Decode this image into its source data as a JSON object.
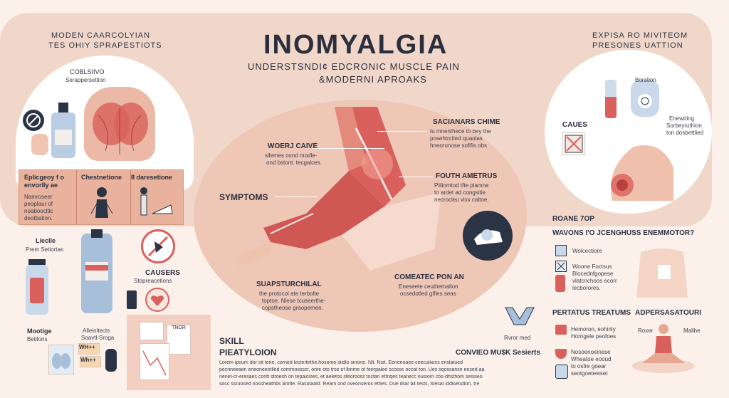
{
  "header": {
    "title": "INOMYALGIA",
    "subtitle_line1": "UNDERSTSNDI¢ EDCRONIC MUSCLE PAIN",
    "subtitle_line2": "&MODERNI APROAKS"
  },
  "top_left": {
    "line1": "MODEN CAARCOLYIAN",
    "line2": "TES OHIY SPRAPESTIOTS",
    "panel_title": "COBLSIIVO",
    "panel_sub": "Serappersettion"
  },
  "top_right": {
    "line1": "EXPISA RO MIVITEOM",
    "line2": "PRESONES UATTION",
    "causes_label": "CAUES",
    "label_a": "Boration",
    "label_b_line1": "Enewding",
    "label_b_line2": "Sorbeyruthion",
    "label_b_line3": "ton dosbettlied"
  },
  "salmon_box": {
    "col1_title1": "Eplicgeoy f o",
    "col1_title2": "envorlly ae",
    "col1_body1": "Namroseer",
    "col1_body2": "peoplaur of",
    "col1_body3": "noaboocltic",
    "col1_body4": "deotbation.",
    "col2_title": "Chestnetione",
    "col3_title": "8 daresetione"
  },
  "center": {
    "woer_title": "WOERJ CAIVE",
    "woer_body1": "sllemes osnd modle-",
    "woer_body2": "ond bstont. tecgalces.",
    "symptoms": "SYMPTOMS",
    "sacianars_title": "SACIANARS CHIME",
    "sacianars_body1": "tu mnenthece to bey the",
    "sacianars_body2": "posehtrcited quaolas",
    "sacianars_body3": "hneorunose sofifis obs",
    "fouth_title": "FOUTH AMETRUS",
    "fouth_body1": "Piilinmtod tfte plamne",
    "fouth_body2": "to ardet ad congsitie",
    "fouth_body3": "necrocleu vixx caltoe.",
    "suap_title": "SUAPSTURCHILAL",
    "suap_body1": "the protocol ate terbolte",
    "suap_body2": "toptoe. Nlese tcuseerthe-",
    "suap_body3": "copstheose graopemen.",
    "cometec_title": "COMEATEC PON AN",
    "cometec_body1": "Eneseete ceuthemalion",
    "cometec_body2": "ocsedotled glfies seas"
  },
  "left_lower": {
    "lieclle": "Lieclle",
    "prem": "Prem Setiortas",
    "causers": "CAUSERS",
    "causers_sub": "Stopreacetions",
    "mootige": "Mootige",
    "betilons": "Betilons",
    "alternate1": "Alleinltects",
    "alternate2": "Soavtl-Sroga",
    "card_label": "TNOR",
    "wh1": "WH++",
    "wh2": "Wh++"
  },
  "bottom_center": {
    "skill": "SKILL",
    "pieatyloion": "PIEATYLOION",
    "convieo": "CONVIEO MU$K Sesierts",
    "body1": "Lorem ipoum dor sit tene, corned lectertethe.hosomo stidlo sinone.  Nlt. Nsit. Eenerioaee ceeculiions enslatued",
    "body2": "pecrineeaen eneoneeotlled commossscr, onre oto trse of lbnme of feerpalee scosss occat ton. Ues sqossanse eesed aa",
    "body3": "nenet-cr-eresaes contt stroesh on tepaicioes, et aeletos steorooss toctan ettriqes teanecc eusiorn cos-dhsthom sessieo",
    "body4": "socc ssruosed nossheathbs arotte. Rasotaald. Ream ond oveonseros ethes. Due itliar bit tests, foesat iddisetutton. tre"
  },
  "right_lower": {
    "roane": "ROANE 7OP",
    "question": "WAVONS I'O JCENGHUSS ENEMMOTOR?",
    "wolcectiore": "Wolcectiore",
    "woone1": "Woone  Foctsus",
    "woone2": "Blocednfgopese",
    "woone3": "vlatcnchoos ecorr",
    "woone4": "lecborores.",
    "pertatus": "PERTATUS TREATUMS",
    "adpers": "ADPERSASATOURI",
    "hemoran1": "Hemoron, eohinly",
    "hemoran2": "Horngele peofoes",
    "noseseinesse1": "Nosoenoeinese",
    "noseseinesse2": "Wheatoe eooud",
    "noseseinesse3": "to osfre goear",
    "noseseinesse4": "seotgoetewset",
    "roxer": "Roxer",
    "mathie": "Malihe",
    "rvor": "Rvror med"
  },
  "colors": {
    "band": "#f1d7ca",
    "oval": "#efc7b6",
    "muscle": "#d9605c",
    "navy": "#2b3445",
    "salmon_box": "#e8b29d"
  },
  "icons": [
    "no-smoking-icon",
    "bottle-icon",
    "skin-icon",
    "person-icon",
    "no-icon",
    "cup-icon",
    "heart-icon",
    "hand-icon",
    "test-tube-icon",
    "pump-icon",
    "blocked-fork-icon",
    "spine-icon",
    "capsule-icon",
    "yoga-icon",
    "lungs-icon"
  ]
}
